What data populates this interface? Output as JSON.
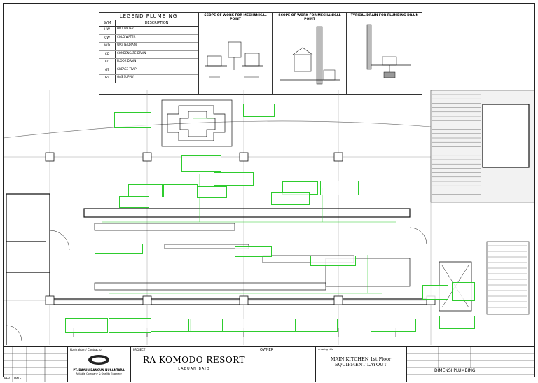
{
  "legend": {
    "title": "LEGEND PLUMBING",
    "col_sym": "SYM",
    "col_desc": "DESCRIPTION",
    "rows": [
      {
        "sym": "HW",
        "desc": "HOT WATER"
      },
      {
        "sym": "CW",
        "desc": "COLD WATER"
      },
      {
        "sym": "WD",
        "desc": "WASTE DRAIN"
      },
      {
        "sym": "CD",
        "desc": "CONDENSATE DRAIN"
      },
      {
        "sym": "FD",
        "desc": "FLOOR DRAIN"
      },
      {
        "sym": "GT",
        "desc": "GREASE TRAP"
      },
      {
        "sym": "GS",
        "desc": "GAS SUPPLY"
      }
    ]
  },
  "details": [
    {
      "title": "SCOPE OF WORK FOR MECHANICAL POINT"
    },
    {
      "title": "SCOPE OF WORK FOR MECHANICAL POINT"
    },
    {
      "title": "TYPICAL DRAIN FOR PLUMBING DRAIN"
    }
  ],
  "title_block": {
    "contractor_label": "Kontraktor / Contractor",
    "company": "PT. DAYUN BANGUN NUSANTARA",
    "company_sub": "Reliable Company & Quality Engineer",
    "project_label": "PROJECT",
    "project": "RA KOMODO RESORT",
    "location": "LABUAN BAJO",
    "owner_label": "OWNER",
    "drawing_label": "drawing title",
    "drawing_title_1": "MAIN KITCHEN 1st Floor",
    "drawing_title_2": "EQUIPMENT LAYOUT",
    "sheet_label": "DIMENSI PLUMBING",
    "rev_label": "REV",
    "date_label": "DATE"
  },
  "colors": {
    "line": "#111111",
    "note": "#2ecc2e",
    "stair_fill": "#555555"
  }
}
